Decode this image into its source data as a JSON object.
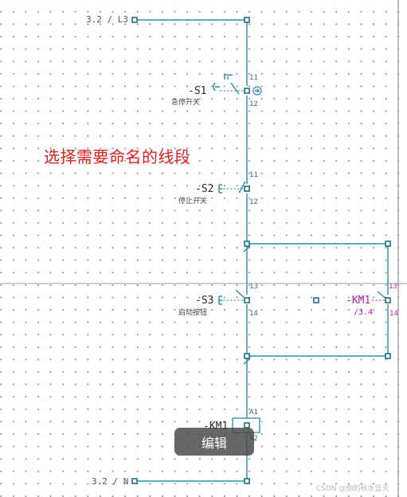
{
  "diagram": {
    "top_terminal": "3.2 / L3",
    "bottom_terminal": "3.2 / N",
    "annotation": "选择需要命名的线段",
    "devices": [
      {
        "id": "S1",
        "tag": "-S1",
        "description": "急停开关",
        "pin_top": "11",
        "pin_bottom": "12"
      },
      {
        "id": "S2",
        "tag": "-S2",
        "description": "停止开关",
        "pin_top": "11",
        "pin_bottom": "12"
      },
      {
        "id": "S3",
        "tag": "-S3",
        "description": "启动按钮",
        "pin_top": "13",
        "pin_bottom": "14"
      },
      {
        "id": "KM1-contact",
        "tag": "-KM1",
        "reference": "/3.4",
        "pin_top": "13",
        "pin_bottom": "14"
      },
      {
        "id": "KM1-coil",
        "tag": "-KM1",
        "pin_top": "A1",
        "pin_bottom": "A2"
      }
    ],
    "colors": {
      "wire": "#2b8fa8",
      "annotation": "#e01e1e",
      "auxiliary_contact": "#b51fa8"
    }
  },
  "toast": {
    "label": "编辑"
  },
  "watermark": "CSDN @你的秋水蓝天"
}
